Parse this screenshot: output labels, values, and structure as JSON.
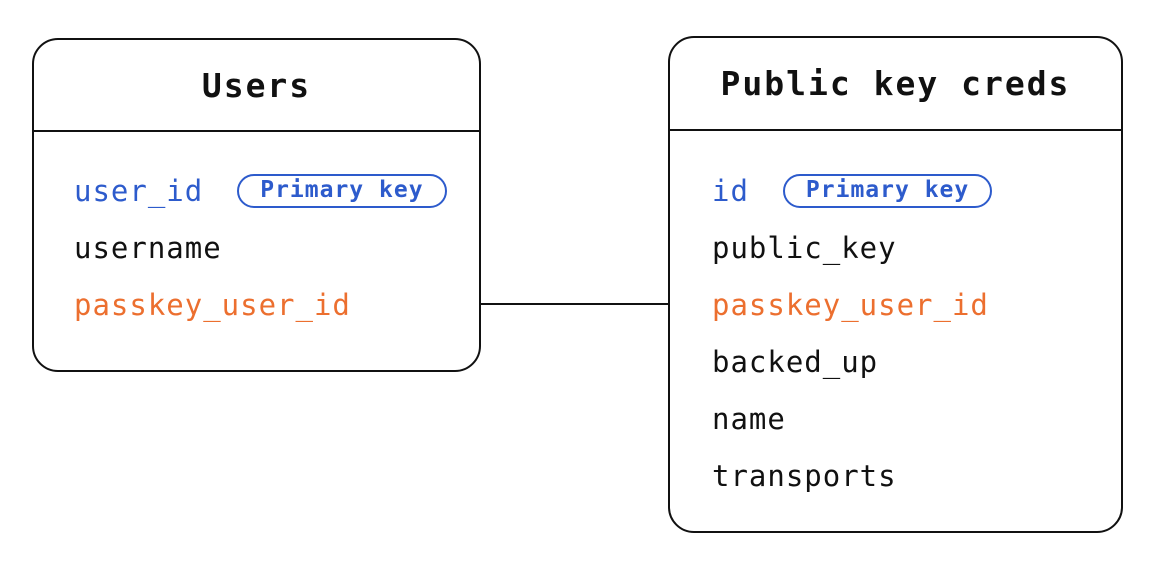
{
  "diagram": {
    "colors": {
      "background": "#ffffff",
      "ink": "#111111",
      "blue": "#2d5bcc",
      "orange": "#ec6f2f"
    },
    "tables": [
      {
        "id": "users",
        "title": "Users",
        "fields": [
          {
            "name": "user_id",
            "color": "blue",
            "badge": "Primary key"
          },
          {
            "name": "username",
            "color": "default"
          },
          {
            "name": "passkey_user_id",
            "color": "orange"
          }
        ]
      },
      {
        "id": "public-key-creds",
        "title": "Public key creds",
        "fields": [
          {
            "name": "id",
            "color": "blue",
            "badge": "Primary key"
          },
          {
            "name": "public_key",
            "color": "default"
          },
          {
            "name": "passkey_user_id",
            "color": "orange"
          },
          {
            "name": "backed_up",
            "color": "default"
          },
          {
            "name": "name",
            "color": "default"
          },
          {
            "name": "transports",
            "color": "default"
          }
        ]
      }
    ],
    "relationship": {
      "from_table": "Users",
      "from_field": "passkey_user_id",
      "to_table": "Public key creds",
      "to_field": "passkey_user_id"
    }
  }
}
